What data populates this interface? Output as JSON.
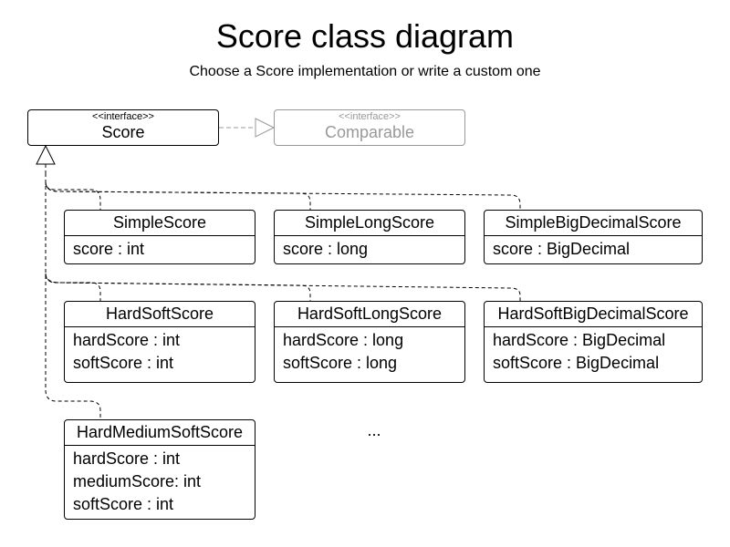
{
  "title": "Score class diagram",
  "subtitle": "Choose a Score implementation or write a custom one",
  "interfaces": {
    "score": {
      "stereotype": "<<interface>>",
      "name": "Score"
    },
    "comparable": {
      "stereotype": "<<interface>>",
      "name": "Comparable"
    }
  },
  "classes": [
    {
      "name": "SimpleScore",
      "fields": [
        "score : int"
      ]
    },
    {
      "name": "SimpleLongScore",
      "fields": [
        "score : long"
      ]
    },
    {
      "name": "SimpleBigDecimalScore",
      "fields": [
        "score : BigDecimal"
      ]
    },
    {
      "name": "HardSoftScore",
      "fields": [
        "hardScore : int",
        "softScore : int"
      ]
    },
    {
      "name": "HardSoftLongScore",
      "fields": [
        "hardScore : long",
        "softScore : long"
      ]
    },
    {
      "name": "HardSoftBigDecimalScore",
      "fields": [
        "hardScore : BigDecimal",
        "softScore : BigDecimal"
      ]
    },
    {
      "name": "HardMediumSoftScore",
      "fields": [
        "hardScore : int",
        "mediumScore: int",
        "softScore : int"
      ]
    }
  ],
  "ellipsis": "...",
  "colors": {
    "line": "#000000",
    "faded": "#999999",
    "background": "#ffffff"
  }
}
